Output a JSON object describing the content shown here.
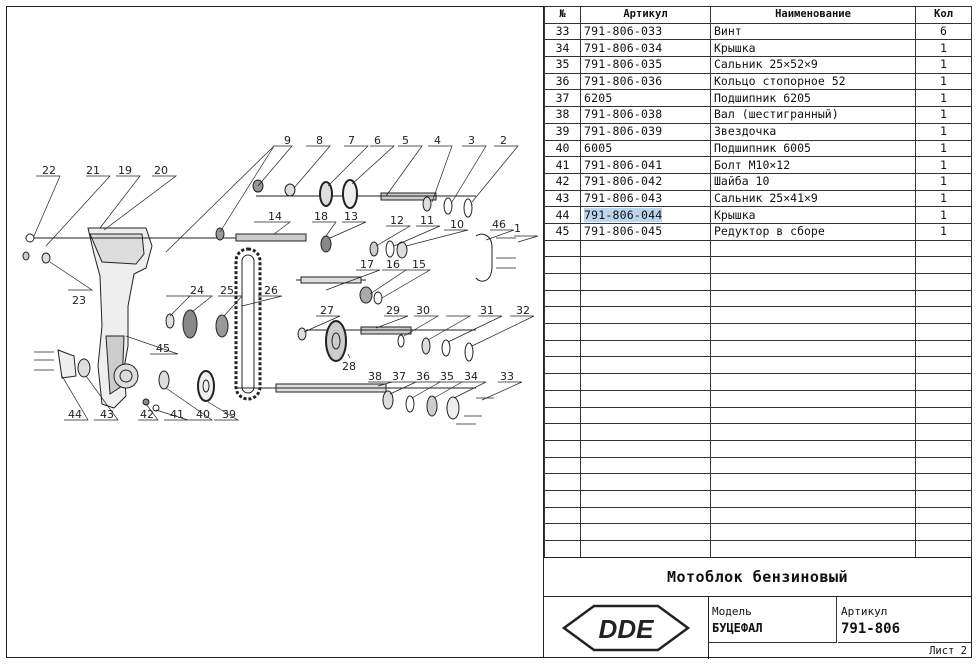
{
  "table": {
    "headers": {
      "num": "№",
      "article": "Артикул",
      "name": "Наименование",
      "qty": "Кол"
    },
    "rows": [
      {
        "num": "33",
        "article": "791-806-033",
        "name": "Винт",
        "qty": "6"
      },
      {
        "num": "34",
        "article": "791-806-034",
        "name": "Крышка",
        "qty": "1"
      },
      {
        "num": "35",
        "article": "791-806-035",
        "name": "Сальник 25×52×9",
        "qty": "1"
      },
      {
        "num": "36",
        "article": "791-806-036",
        "name": "Кольцо стопорное 52",
        "qty": "1"
      },
      {
        "num": "37",
        "article": "6205",
        "name": "Подшипник 6205",
        "qty": "1"
      },
      {
        "num": "38",
        "article": "791-806-038",
        "name": "Вал (шестигранный)",
        "qty": "1"
      },
      {
        "num": "39",
        "article": "791-806-039",
        "name": "Звездочка",
        "qty": "1"
      },
      {
        "num": "40",
        "article": "6005",
        "name": "Подшипник 6005",
        "qty": "1"
      },
      {
        "num": "41",
        "article": "791-806-041",
        "name": "Болт М10×12",
        "qty": "1"
      },
      {
        "num": "42",
        "article": "791-806-042",
        "name": "Шайба 10",
        "qty": "1"
      },
      {
        "num": "43",
        "article": "791-806-043",
        "name": "Сальник 25×41×9",
        "qty": "1"
      },
      {
        "num": "44",
        "article": "791-806-044",
        "name": "Крышка",
        "qty": "1"
      },
      {
        "num": "45",
        "article": "791-806-045",
        "name": "Редуктор в сборе",
        "qty": "1"
      }
    ],
    "highlighted_row": 11,
    "empty_rows": 19
  },
  "title_block": {
    "product": "Мотоблок бензиновый",
    "logo_text": "DDE",
    "model_caption": "Модель",
    "model_value": "БУЦЕФАЛ",
    "article_caption": "Артикул",
    "article_value": "791-806",
    "sheet": "Лист 2"
  },
  "drawing": {
    "callouts": [
      "1",
      "2",
      "3",
      "4",
      "5",
      "6",
      "7",
      "8",
      "9",
      "10",
      "11",
      "12",
      "13",
      "14",
      "15",
      "16",
      "17",
      "18",
      "19",
      "20",
      "21",
      "22",
      "23",
      "24",
      "25",
      "26",
      "27",
      "28",
      "29",
      "30",
      "31",
      "32",
      "33",
      "34",
      "35",
      "36",
      "37",
      "38",
      "39",
      "40",
      "41",
      "42",
      "43",
      "44",
      "45",
      "46"
    ],
    "highlight_color": "#bcd6ef"
  }
}
